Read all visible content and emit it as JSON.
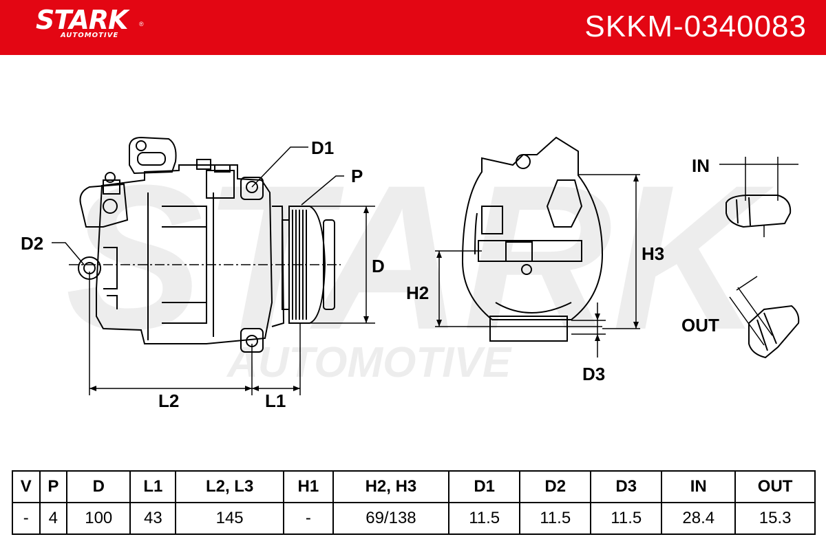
{
  "header": {
    "brand": "STARK",
    "brand_sub": "AUTOMOTIVE",
    "registered_mark": "®",
    "part_number": "SKKM-0340083",
    "color": "#e30613"
  },
  "watermark": {
    "line1": "STARK",
    "line2": "AUTOMOTIVE"
  },
  "diagram_labels": {
    "d1": "D1",
    "p": "P",
    "d2": "D2",
    "d": "D",
    "l2": "L2",
    "l1": "L1",
    "h2": "H2",
    "h3": "H3",
    "d3": "D3",
    "in": "IN",
    "out": "OUT"
  },
  "specs": {
    "headers": [
      "V",
      "P",
      "D",
      "L1",
      "L2, L3",
      "H1",
      "H2, H3",
      "D1",
      "D2",
      "D3",
      "IN",
      "OUT"
    ],
    "values": [
      "-",
      "4",
      "100",
      "43",
      "145",
      "-",
      "69/138",
      "11.5",
      "11.5",
      "11.5",
      "28.4",
      "15.3"
    ]
  }
}
